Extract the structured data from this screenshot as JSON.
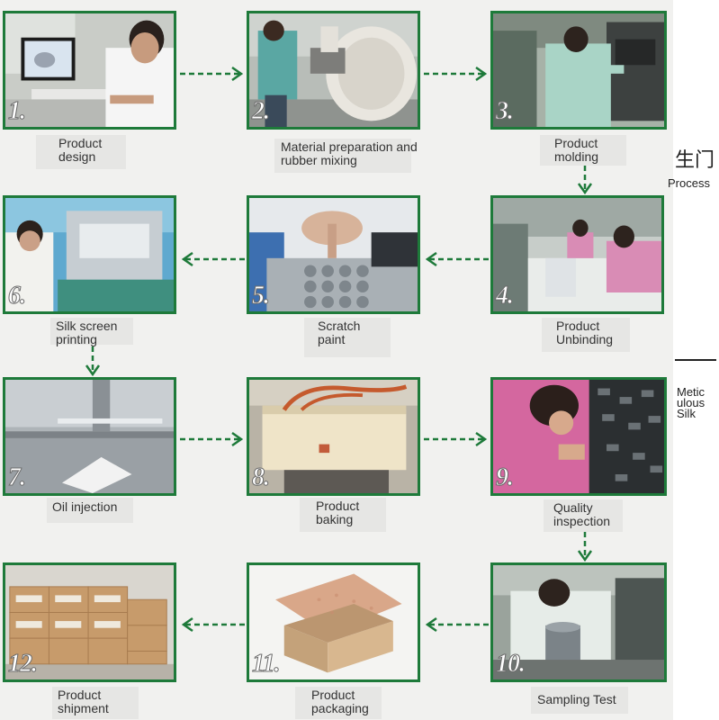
{
  "steps": [
    {
      "num": "1.",
      "label_lines": [
        "Product",
        "design"
      ],
      "scene": "designer-at-computer"
    },
    {
      "num": "2.",
      "label_lines": [
        "Material preparation and",
        "rubber mixing"
      ],
      "scene": "rubber-mixing-machine"
    },
    {
      "num": "3.",
      "label_lines": [
        "Product",
        "molding"
      ],
      "scene": "molding-press"
    },
    {
      "num": "4.",
      "label_lines": [
        "Product",
        "Unbinding"
      ],
      "scene": "workers-at-tables"
    },
    {
      "num": "5.",
      "label_lines": [
        "Scratch",
        "paint"
      ],
      "scene": "rubber-keypad"
    },
    {
      "num": "6.",
      "label_lines": [
        "Silk screen",
        "printing"
      ],
      "scene": "screen-printing-machine"
    },
    {
      "num": "7.",
      "label_lines": [
        "Oil injection"
      ],
      "scene": "spray-booth"
    },
    {
      "num": "8.",
      "label_lines": [
        "Product",
        "baking"
      ],
      "scene": "baking-oven"
    },
    {
      "num": "9.",
      "label_lines": [
        "Quality",
        "inspection"
      ],
      "scene": "inspector-with-keypads"
    },
    {
      "num": "10.",
      "label_lines": [
        "Sampling Test"
      ],
      "scene": "test-machine"
    },
    {
      "num": "11.",
      "label_lines": [
        "Product",
        "packaging"
      ],
      "scene": "packaged-box"
    },
    {
      "num": "12.",
      "label_lines": [
        "Product",
        "shipment"
      ],
      "scene": "stacked-cartons"
    }
  ],
  "side": {
    "glyph": "生门",
    "process": "Process",
    "meticulous_lines": [
      "Metic",
      "ulous",
      "Silk"
    ]
  },
  "colors": {
    "frame": "#1e7a3a",
    "arrow": "#1e7a3a",
    "label_bg": "#e6e6e4",
    "page_bg": "#f1f1ef"
  },
  "icons": {
    "arrow": "dashed-arrow-icon"
  }
}
